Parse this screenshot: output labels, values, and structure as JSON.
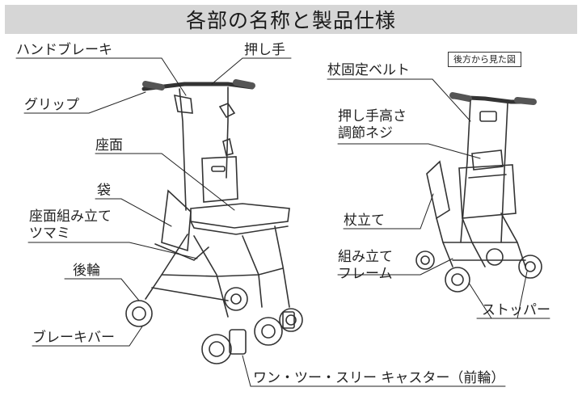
{
  "header": {
    "title": "各部の名称と製品仕様"
  },
  "view_note": "後方から見た図",
  "front_labels": {
    "hand_brake": "ハンドブレーキ",
    "push_handle": "押し手",
    "grip": "グリップ",
    "seat": "座面",
    "bag": "袋",
    "seat_knob": "座面組み立て\nツマミ",
    "rear_wheel": "後輪",
    "brake_bar": "ブレーキバー",
    "caster": "ワン・ツー・スリー キャスター（前輪）"
  },
  "rear_labels": {
    "cane_belt": "杖固定ベルト",
    "height_screw": "押し手高さ\n調節ネジ",
    "cane_stand": "杖立て",
    "frame": "組み立て\nフレーム",
    "stopper": "ストッパー"
  }
}
